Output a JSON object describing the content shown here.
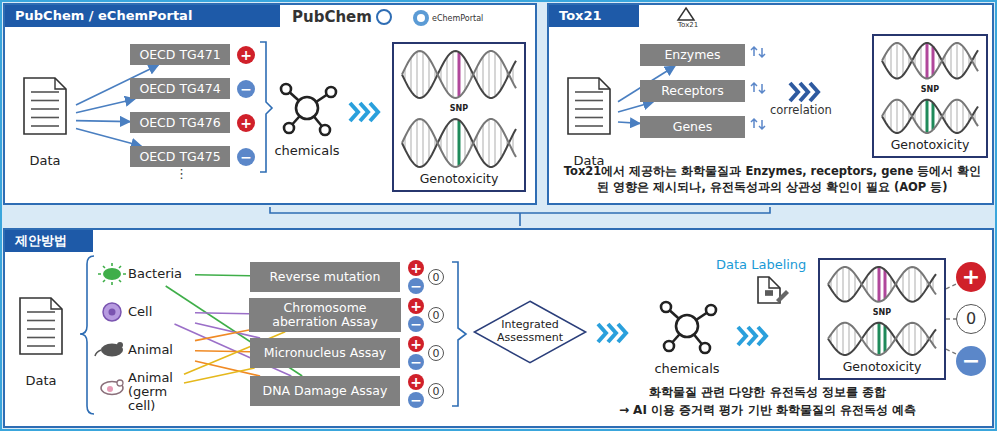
{
  "diagram": {
    "nodes": [
      {
        "text": [
          "PubChem / eChemPortal"
        ]
      },
      {
        "text": [
          "Data"
        ],
        "in": 0
      },
      {
        "text": [
          "OECD TG471"
        ],
        "in": 0
      },
      {
        "text": [
          "+"
        ],
        "in": 0
      },
      {
        "text": [
          "OECD TG474"
        ],
        "in": 0
      },
      {
        "text": [
          "−"
        ],
        "in": 0
      },
      {
        "text": [
          "OECD TG476"
        ],
        "in": 0
      },
      {
        "text": [
          "+"
        ],
        "in": 0
      },
      {
        "text": [
          "OECD TG475"
        ],
        "in": 0
      },
      {
        "text": [
          "−"
        ],
        "in": 0
      },
      {
        "text": [
          "chemicals"
        ],
        "in": 0
      },
      {
        "text": [
          "SNP",
          "Genotoxicity"
        ],
        "in": 0
      },
      {
        "text": [
          "Tox21"
        ]
      },
      {
        "text": [
          "Data"
        ],
        "in": 12
      },
      {
        "text": [
          "Enzymes"
        ],
        "in": 12
      },
      {
        "text": [
          "Receptors"
        ],
        "in": 12
      },
      {
        "text": [
          "Genes"
        ],
        "in": 12
      },
      {
        "text": [
          "SNP",
          "Genotoxicity"
        ],
        "in": 12
      },
      {
        "text": [
          "제안방법"
        ]
      },
      {
        "text": [
          "Data"
        ],
        "in": 18
      },
      {
        "text": [
          "Bacteria"
        ],
        "in": 18
      },
      {
        "text": [
          "Cell"
        ],
        "in": 18
      },
      {
        "text": [
          "Animal"
        ],
        "in": 18
      },
      {
        "text": [
          "Animal (germ cell)"
        ],
        "in": 18
      },
      {
        "text": [
          "Reverse mutation"
        ],
        "in": 18
      },
      {
        "text": [
          "+"
        ],
        "in": 18
      },
      {
        "text": [
          "−"
        ],
        "in": 18
      },
      {
        "text": [
          "0"
        ],
        "in": 18
      },
      {
        "text": [
          "Chromosome aberration Assay"
        ],
        "in": 18
      },
      {
        "text": [
          "+"
        ],
        "in": 18
      },
      {
        "text": [
          "−"
        ],
        "in": 18
      },
      {
        "text": [
          "0"
        ],
        "in": 18
      },
      {
        "text": [
          "Micronucleus Assay"
        ],
        "in": 18
      },
      {
        "text": [
          "+"
        ],
        "in": 18
      },
      {
        "text": [
          "−"
        ],
        "in": 18
      },
      {
        "text": [
          "0"
        ],
        "in": 18
      },
      {
        "text": [
          "DNA Damage Assay"
        ],
        "in": 18
      },
      {
        "text": [
          "+"
        ],
        "in": 18
      },
      {
        "text": [
          "−"
        ],
        "in": 18
      },
      {
        "text": [
          "0"
        ],
        "in": 18
      },
      {
        "text": [
          "Integrated Assessment"
        ],
        "in": 18
      },
      {
        "text": [
          "chemicals"
        ],
        "in": 18
      },
      {
        "text": [
          "SNP",
          "Genotoxicity"
        ],
        "in": 18
      },
      {
        "text": [
          "+"
        ],
        "in": 18
      },
      {
        "text": [
          "0"
        ],
        "in": 18
      },
      {
        "text": [
          "−"
        ],
        "in": 18
      }
    ],
    "edges": [
      {
        "from": 1,
        "to": 2,
        "arrow": "to"
      },
      {
        "from": 1,
        "to": 4,
        "arrow": "to"
      },
      {
        "from": 1,
        "to": 6,
        "arrow": "to"
      },
      {
        "from": 1,
        "to": 8,
        "arrow": "to"
      },
      {
        "from": 13,
        "to": 14,
        "arrow": "to"
      },
      {
        "from": 13,
        "to": 15,
        "arrow": "to"
      },
      {
        "from": 13,
        "to": 16,
        "arrow": "to"
      },
      {
        "from": 20,
        "to": 24,
        "arrow": "none"
      },
      {
        "from": 20,
        "to": 36,
        "arrow": "none"
      },
      {
        "from": 21,
        "to": 28,
        "arrow": "none"
      },
      {
        "from": 21,
        "to": 32,
        "arrow": "none"
      },
      {
        "from": 21,
        "to": 36,
        "arrow": "none"
      },
      {
        "from": 22,
        "to": 28,
        "arrow": "none"
      },
      {
        "from": 22,
        "to": 32,
        "arrow": "none"
      },
      {
        "from": 22,
        "to": 36,
        "arrow": "none"
      },
      {
        "from": 23,
        "to": 28,
        "arrow": "none"
      },
      {
        "from": 23,
        "to": 32,
        "arrow": "none"
      },
      {
        "from": 42,
        "to": 43,
        "arrow": "none"
      },
      {
        "from": 42,
        "to": 44,
        "arrow": "none"
      },
      {
        "from": 42,
        "to": 45,
        "arrow": "none"
      }
    ],
    "labels": [
      "PubChem",
      "eChemPortal",
      "⋮",
      "Tox21",
      "correlation",
      "Tox21에서 제공하는 화학물질과 Enzymes, receptors, gene 등에서 확인된 영향은 제시되나, 유전독성과의 상관성 확인이 필요 (AOP 등)",
      "Data Labeling",
      "화학물질 관련 다양한 유전독성 정보를 종합",
      "→ AI 이용 증거력 평가 기반 화학물질의 유전독성 예측"
    ]
  }
}
